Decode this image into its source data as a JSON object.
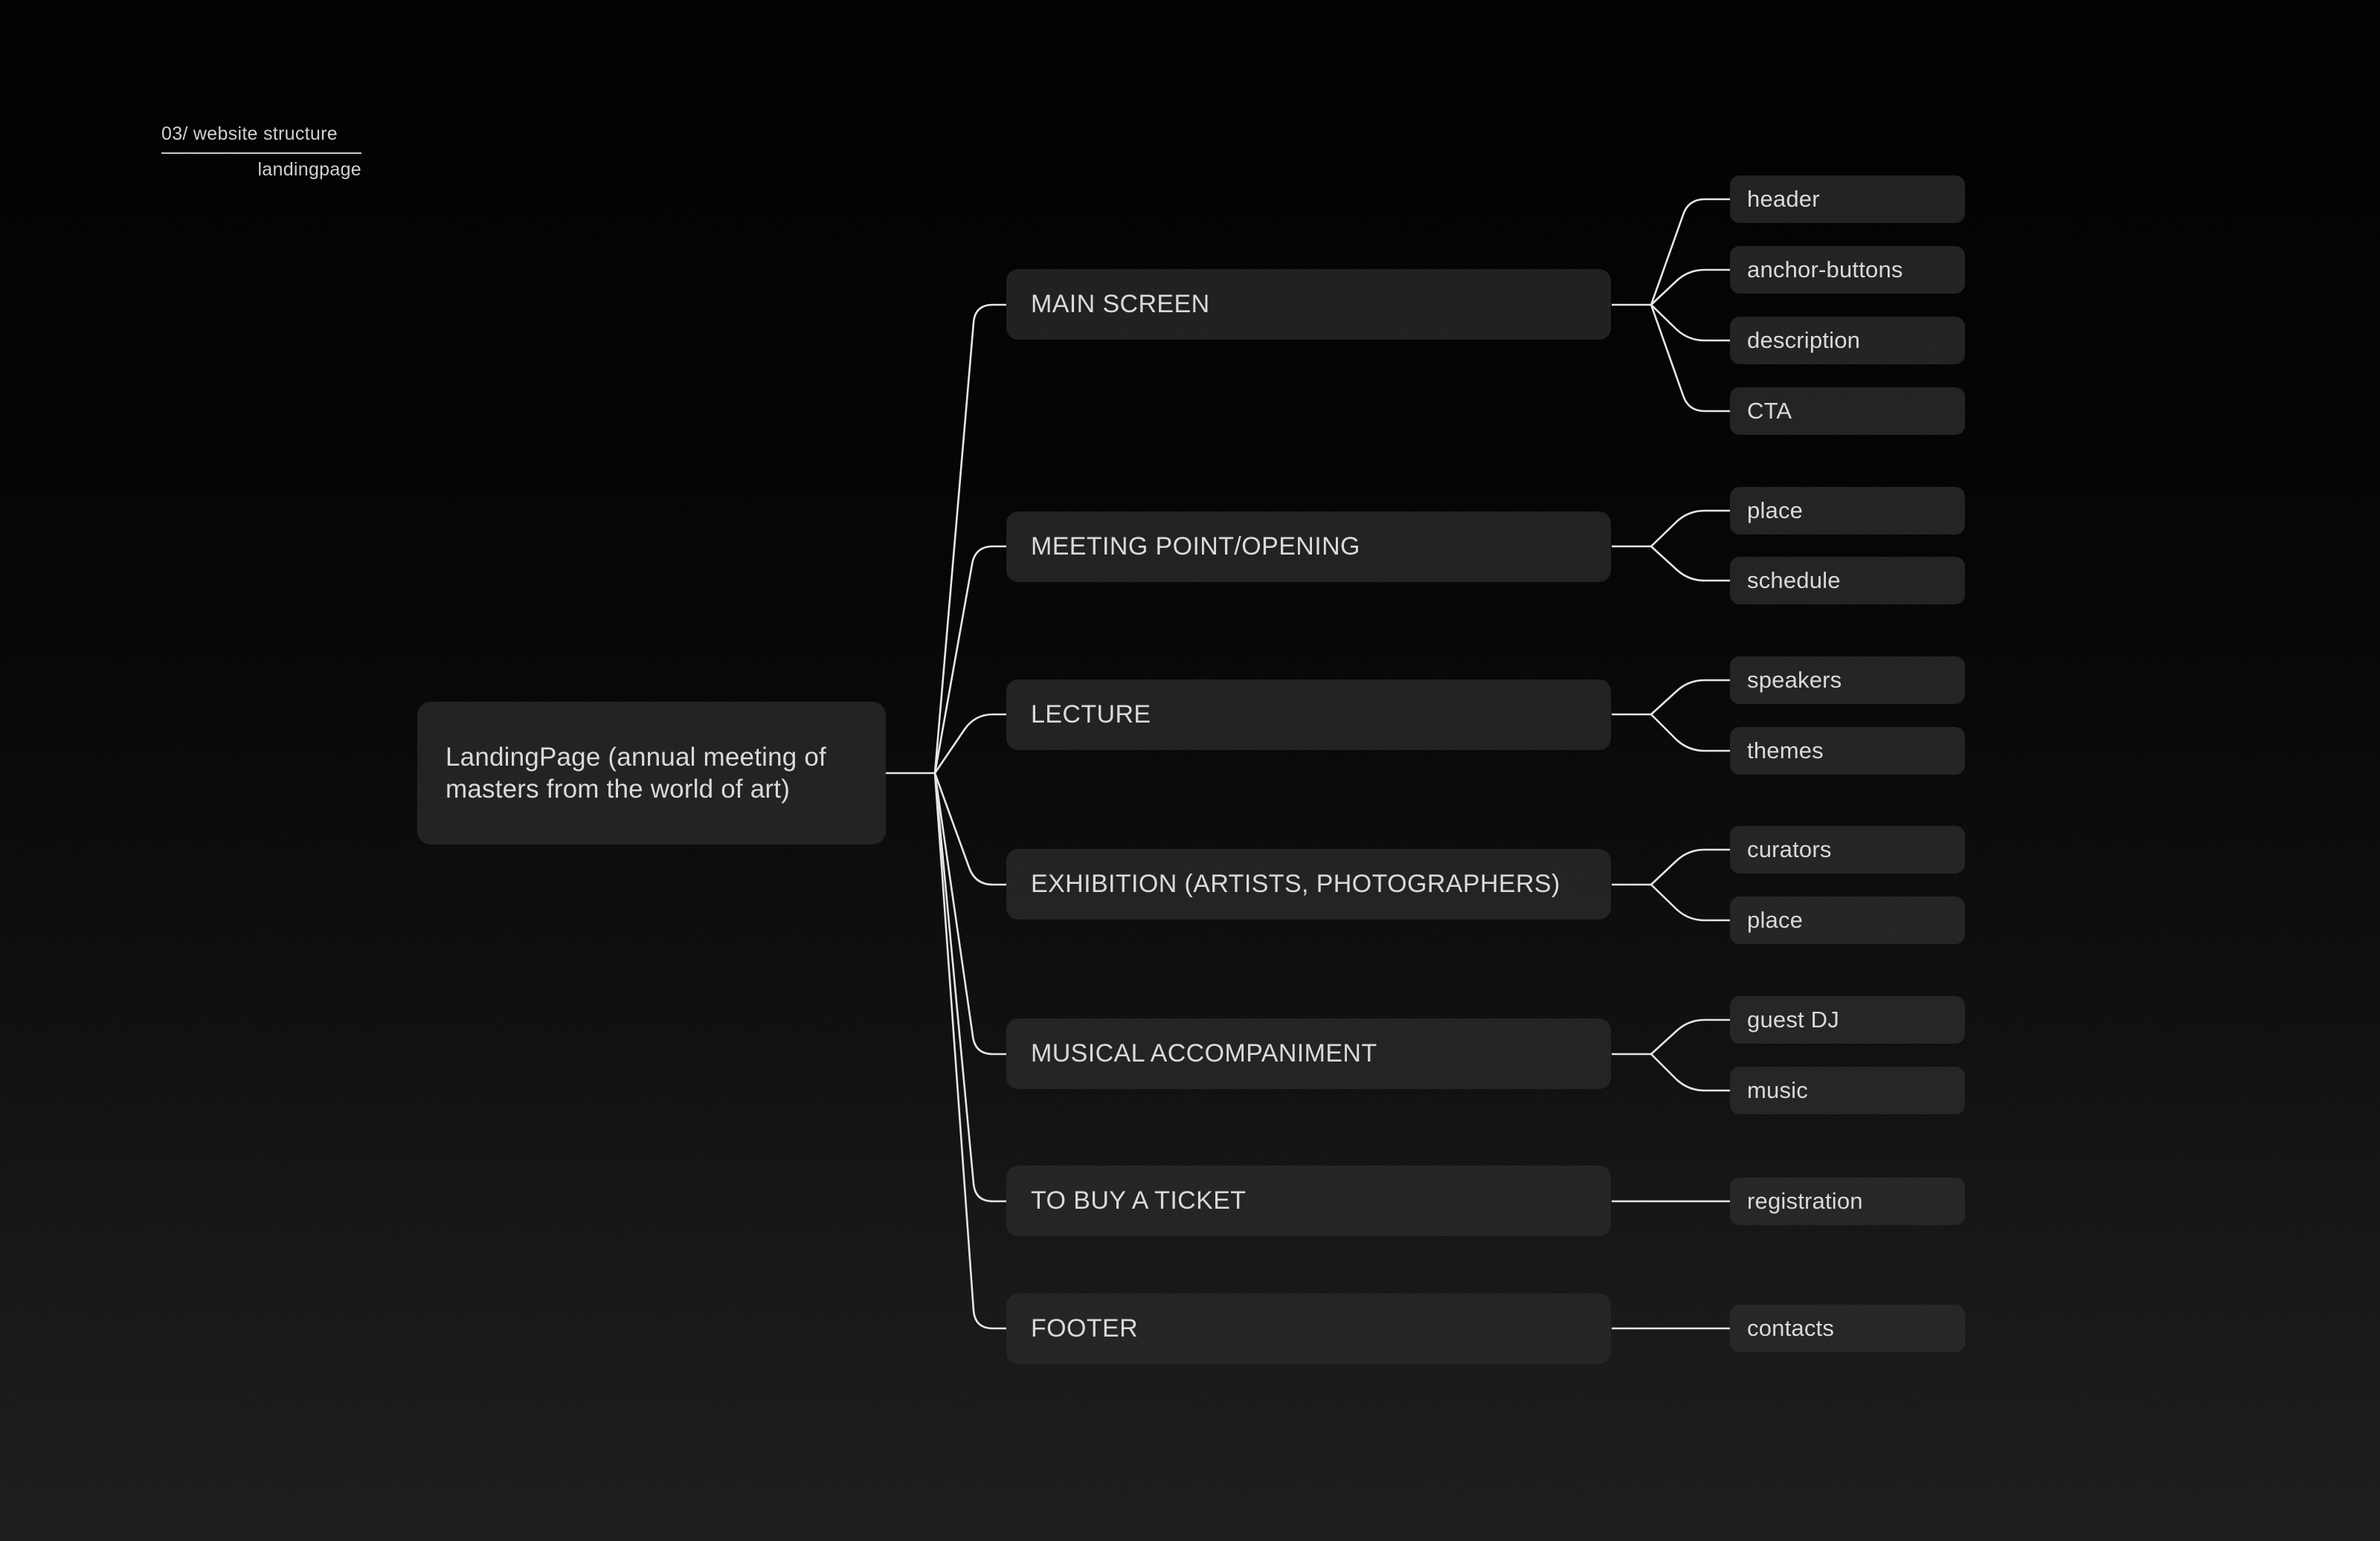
{
  "page": {
    "eyebrow": "03/ website structure",
    "eyebrow_sub": "landingpage"
  },
  "tree": {
    "root": {
      "label": "LandingPage (annual meeting of masters from the world of art)"
    },
    "sections": [
      {
        "label": "MAIN SCREEN",
        "children": [
          "header",
          "anchor-buttons",
          "description",
          "CTA"
        ]
      },
      {
        "label": "MEETING POINT/OPENING",
        "children": [
          "place",
          "schedule"
        ]
      },
      {
        "label": "LECTURE",
        "children": [
          "speakers",
          "themes"
        ]
      },
      {
        "label": "EXHIBITION (ARTISTS, PHOTOGRAPHERS)",
        "children": [
          "curators",
          "place"
        ]
      },
      {
        "label": "MUSICAL ACCOMPANIMENT",
        "children": [
          "guest DJ",
          "music"
        ]
      },
      {
        "label": "TO BUY A TICKET",
        "children": [
          "registration"
        ]
      },
      {
        "label": "FOOTER",
        "children": [
          "contacts"
        ]
      }
    ]
  },
  "colors": {
    "background_top": "#010101",
    "background_bottom": "#181818",
    "node_fill": "#1f1f1f",
    "leaf_fill": "#212121",
    "connector_line": "#e7e7e7",
    "text": "#dcdbd9",
    "eyebrow_text": "#d2d1d0"
  }
}
